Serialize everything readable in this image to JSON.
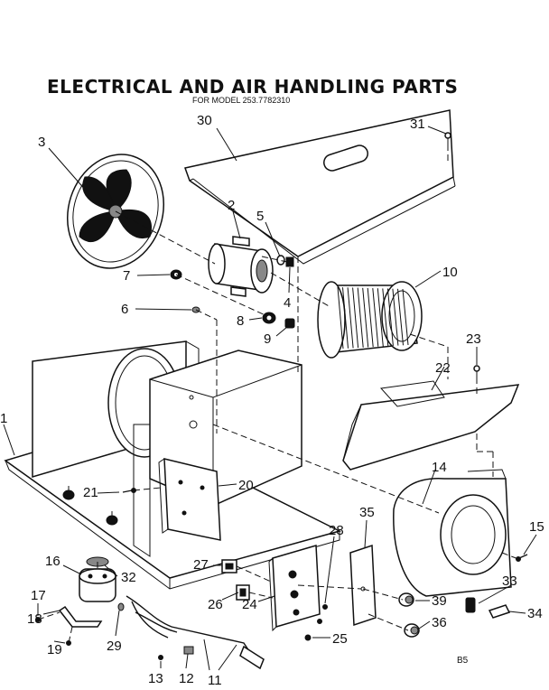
{
  "title": "ELECTRICAL AND AIR HANDLING PARTS",
  "subtitle": "FOR MODEL 253.7782310",
  "sheet_code": "B5",
  "callouts": [
    {
      "id": "c1",
      "label": "1"
    },
    {
      "id": "c2",
      "label": "2"
    },
    {
      "id": "c3",
      "label": "3"
    },
    {
      "id": "c4",
      "label": "4"
    },
    {
      "id": "c5",
      "label": "5"
    },
    {
      "id": "c6",
      "label": "6"
    },
    {
      "id": "c7",
      "label": "7"
    },
    {
      "id": "c8",
      "label": "8"
    },
    {
      "id": "c9",
      "label": "9"
    },
    {
      "id": "c10",
      "label": "10"
    },
    {
      "id": "c11",
      "label": "11"
    },
    {
      "id": "c12",
      "label": "12"
    },
    {
      "id": "c13",
      "label": "13"
    },
    {
      "id": "c14",
      "label": "14"
    },
    {
      "id": "c15",
      "label": "15"
    },
    {
      "id": "c16",
      "label": "16"
    },
    {
      "id": "c17",
      "label": "17"
    },
    {
      "id": "c18",
      "label": "18"
    },
    {
      "id": "c19",
      "label": "19"
    },
    {
      "id": "c20",
      "label": "20"
    },
    {
      "id": "c21",
      "label": "21"
    },
    {
      "id": "c22",
      "label": "22"
    },
    {
      "id": "c23",
      "label": "23"
    },
    {
      "id": "c24",
      "label": "24"
    },
    {
      "id": "c25",
      "label": "25"
    },
    {
      "id": "c26",
      "label": "26"
    },
    {
      "id": "c27",
      "label": "27"
    },
    {
      "id": "c28",
      "label": "28"
    },
    {
      "id": "c29",
      "label": "29"
    },
    {
      "id": "c30",
      "label": "30"
    },
    {
      "id": "c31",
      "label": "31"
    },
    {
      "id": "c32",
      "label": "32"
    },
    {
      "id": "c33",
      "label": "33"
    },
    {
      "id": "c34",
      "label": "34"
    },
    {
      "id": "c35",
      "label": "35"
    },
    {
      "id": "c36",
      "label": "36"
    },
    {
      "id": "c39",
      "label": "39"
    }
  ]
}
